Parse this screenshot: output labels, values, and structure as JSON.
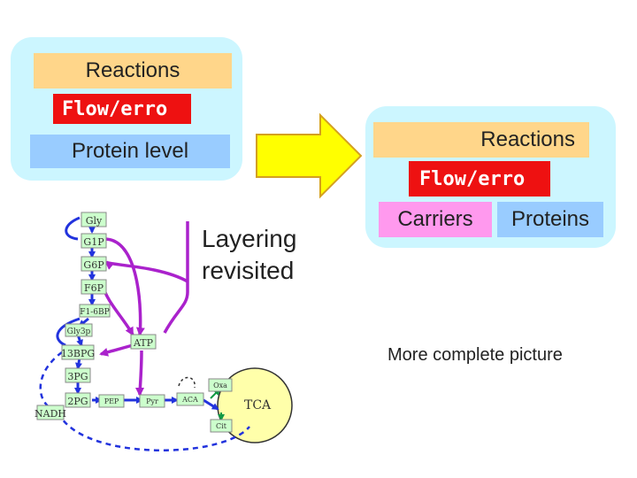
{
  "left_box": {
    "reactions_label": "Reactions",
    "flow_label": "Flow/erro",
    "protein_label": "Protein level"
  },
  "right_box": {
    "reactions_label": "Reactions",
    "flow_label": "Flow/erro",
    "carriers_label": "Carriers",
    "proteins_label": "Proteins"
  },
  "title": {
    "line1": "Layering",
    "line2": "revisited"
  },
  "caption": "More complete picture",
  "pathway": {
    "nodes": {
      "gly": "Gly",
      "g1p": "G1P",
      "g6p": "G6P",
      "f6p": "F6P",
      "f16b": "F1-6BP",
      "gly3p": "Gly3p",
      "bpg13": "13BPG",
      "pg3": "3PG",
      "pg2": "2PG",
      "pep": "PEP",
      "pyr": "Pyr",
      "aca": "ACA",
      "oxa": "Oxa",
      "cit": "Cit",
      "tca": "TCA",
      "atp": "ATP",
      "nadh": "NADH"
    }
  },
  "colors": {
    "panel": "#ccf6ff",
    "reactions": "#ffd68a",
    "flow": "#ee1111",
    "protein": "#99ccff",
    "carriers": "#ff99ee",
    "arrow": "#ffff00",
    "pathway_blue": "#2233dd",
    "pathway_purple": "#aa22cc",
    "node_fill": "#ccffcc",
    "tca_fill": "#ffffaa"
  }
}
